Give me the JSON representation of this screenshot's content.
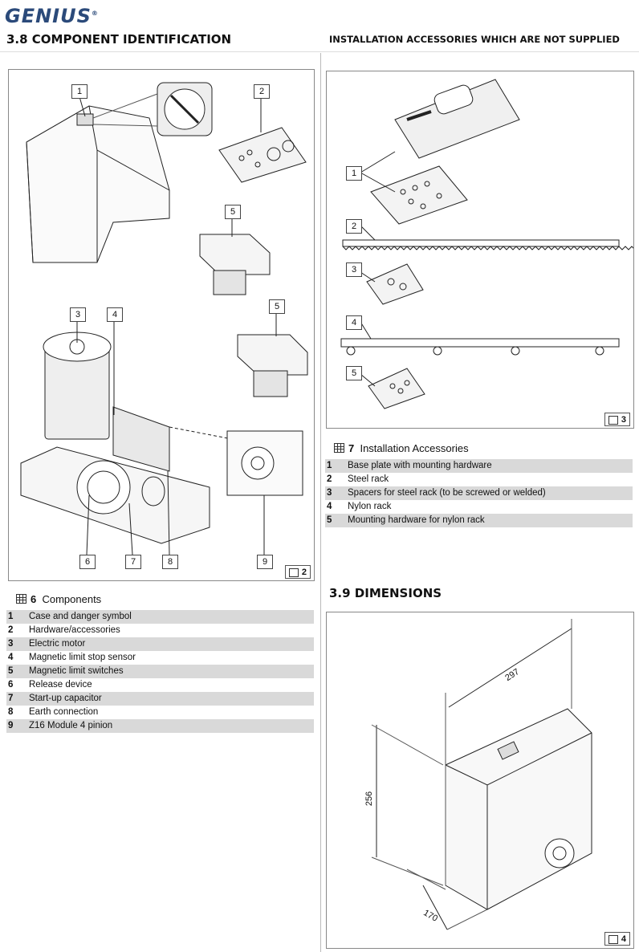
{
  "brand": "GENIUS",
  "left_title": "3.8 COMPONENT IDENTIFICATION",
  "right_title": "INSTALLATION ACCESSORIES WHICH ARE NOT SUPPLIED",
  "fig2": {
    "number": "2",
    "labels": [
      "1",
      "2",
      "3",
      "4",
      "5",
      "5",
      "6",
      "7",
      "8",
      "9"
    ]
  },
  "fig3": {
    "number": "3",
    "labels": [
      "1",
      "2",
      "3",
      "4",
      "5"
    ]
  },
  "fig4": {
    "number": "4",
    "dims": {
      "length": "297",
      "height": "256",
      "width": "170"
    }
  },
  "table6": {
    "number": "6",
    "title": "Components",
    "rows": [
      {
        "n": "1",
        "t": "Case and danger symbol"
      },
      {
        "n": "2",
        "t": "Hardware/accessories"
      },
      {
        "n": "3",
        "t": "Electric motor"
      },
      {
        "n": "4",
        "t": "Magnetic limit stop sensor"
      },
      {
        "n": "5",
        "t": "Magnetic limit switches"
      },
      {
        "n": "6",
        "t": "Release device"
      },
      {
        "n": "7",
        "t": "Start-up capacitor"
      },
      {
        "n": "8",
        "t": "Earth connection"
      },
      {
        "n": "9",
        "t": "Z16 Module 4 pinion"
      }
    ]
  },
  "table7": {
    "number": "7",
    "title": "Installation Accessories",
    "rows": [
      {
        "n": "1",
        "t": "Base plate with mounting hardware"
      },
      {
        "n": "2",
        "t": "Steel rack"
      },
      {
        "n": "3",
        "t": "Spacers for steel rack (to be screwed or welded)"
      },
      {
        "n": "4",
        "t": "Nylon rack"
      },
      {
        "n": "5",
        "t": "Mounting hardware for nylon rack"
      }
    ]
  },
  "dimensions_title": "3.9 DIMENSIONS"
}
